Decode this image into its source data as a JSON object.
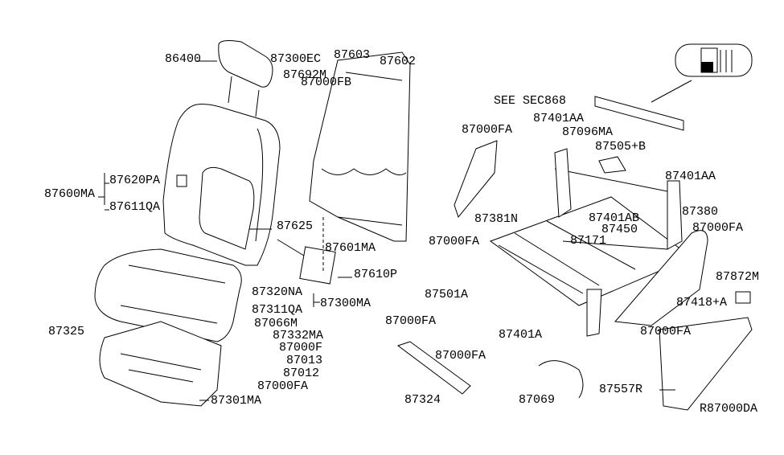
{
  "diagram_code": "R87000DA",
  "see_section": "SEE SEC868",
  "labels": [
    {
      "id": "86400",
      "text": "86400"
    },
    {
      "id": "87300EC",
      "text": "87300EC"
    },
    {
      "id": "87692M",
      "text": "87692M"
    },
    {
      "id": "87000FB",
      "text": "87000FB"
    },
    {
      "id": "87603",
      "text": "87603"
    },
    {
      "id": "87602",
      "text": "87602"
    },
    {
      "id": "87401AA-1",
      "text": "87401AA"
    },
    {
      "id": "87000FA-1",
      "text": "87000FA"
    },
    {
      "id": "87096MA",
      "text": "87096MA"
    },
    {
      "id": "87505B",
      "text": "87505+B"
    },
    {
      "id": "87401AA-2",
      "text": "87401AA"
    },
    {
      "id": "87620PA",
      "text": "87620PA"
    },
    {
      "id": "87600MA",
      "text": "87600MA"
    },
    {
      "id": "87611QA",
      "text": "87611QA"
    },
    {
      "id": "87381N",
      "text": "87381N"
    },
    {
      "id": "87401AB",
      "text": "87401AB"
    },
    {
      "id": "87380",
      "text": "87380"
    },
    {
      "id": "87450",
      "text": "87450"
    },
    {
      "id": "87625",
      "text": "87625"
    },
    {
      "id": "87000FA-2",
      "text": "87000FA"
    },
    {
      "id": "87000FA-3",
      "text": "87000FA"
    },
    {
      "id": "87601MA",
      "text": "87601MA"
    },
    {
      "id": "87171",
      "text": "87171"
    },
    {
      "id": "87610P",
      "text": "87610P"
    },
    {
      "id": "87872M",
      "text": "87872M"
    },
    {
      "id": "87501A",
      "text": "87501A"
    },
    {
      "id": "87320NA",
      "text": "87320NA"
    },
    {
      "id": "87300MA",
      "text": "87300MA"
    },
    {
      "id": "87311QA",
      "text": "87311QA"
    },
    {
      "id": "87418A",
      "text": "87418+A"
    },
    {
      "id": "87066M",
      "text": "87066M"
    },
    {
      "id": "87325",
      "text": "87325"
    },
    {
      "id": "87332MA",
      "text": "87332MA"
    },
    {
      "id": "87401A",
      "text": "87401A"
    },
    {
      "id": "87000FA-4",
      "text": "87000FA"
    },
    {
      "id": "87000FA-5",
      "text": "87000FA"
    },
    {
      "id": "87000F",
      "text": "87000F"
    },
    {
      "id": "87013",
      "text": "87013"
    },
    {
      "id": "87000FA-6",
      "text": "87000FA"
    },
    {
      "id": "87012",
      "text": "87012"
    },
    {
      "id": "87000FA-7",
      "text": "87000FA"
    },
    {
      "id": "87324",
      "text": "87324"
    },
    {
      "id": "87069",
      "text": "87069"
    },
    {
      "id": "87557R",
      "text": "87557R"
    },
    {
      "id": "87301MA",
      "text": "87301MA"
    }
  ]
}
